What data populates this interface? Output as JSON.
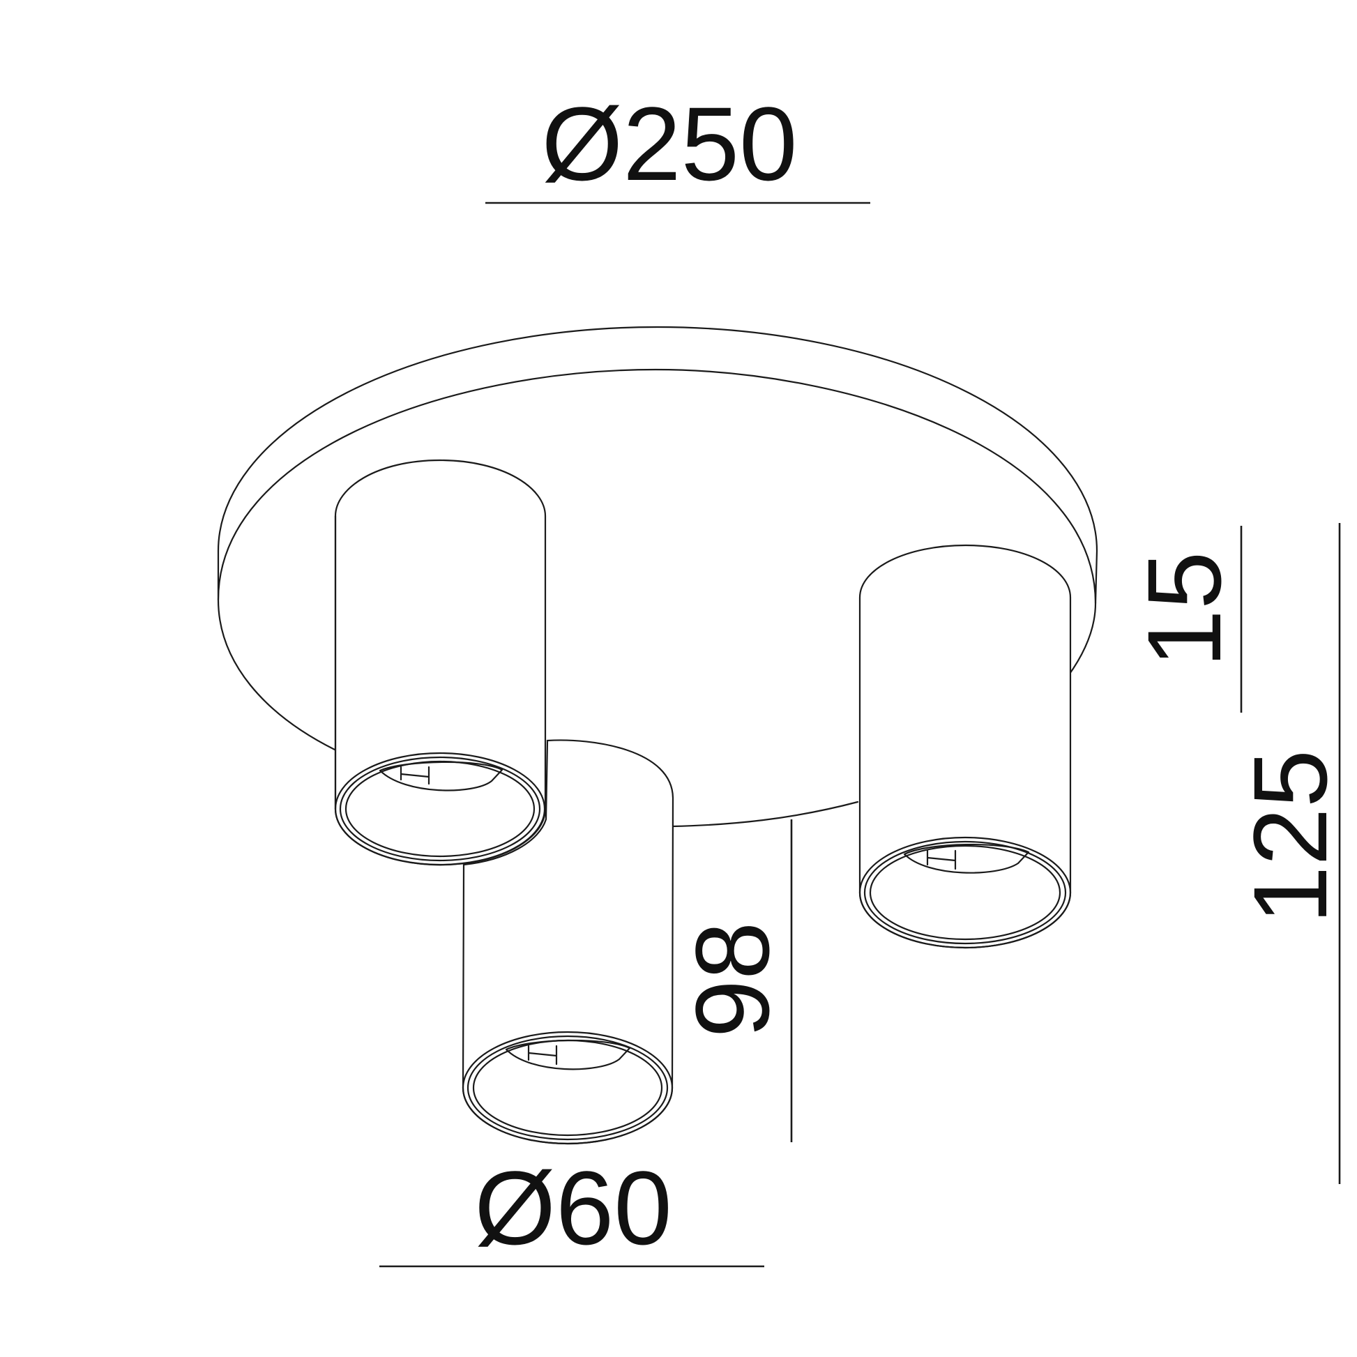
{
  "dimensions": {
    "base_diameter": "Ø250",
    "spot_diameter": "Ø60",
    "base_height": "15",
    "overall_height": "125",
    "spot_length": "98"
  },
  "line_color": "#1a1a1a",
  "background_color": "#ffffff"
}
